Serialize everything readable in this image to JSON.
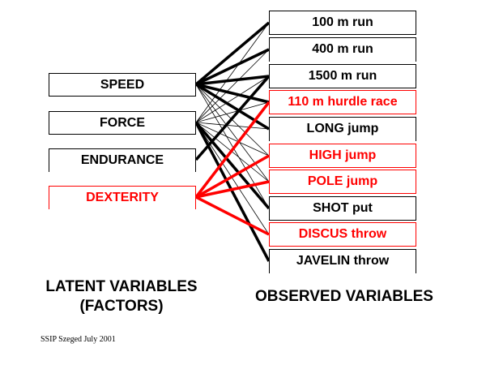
{
  "factors": [
    {
      "id": "speed",
      "label": "SPEED",
      "color": "#000000"
    },
    {
      "id": "force",
      "label": "FORCE",
      "color": "#000000"
    },
    {
      "id": "endurance",
      "label": "ENDURANCE",
      "color": "#000000"
    },
    {
      "id": "dexterity",
      "label": "DEXTERITY",
      "color": "#ff0000"
    }
  ],
  "observed": [
    {
      "id": "r100",
      "label": "100 m run",
      "color": "#000000"
    },
    {
      "id": "r400",
      "label": "400 m run",
      "color": "#000000"
    },
    {
      "id": "r1500",
      "label": "1500 m run",
      "color": "#000000"
    },
    {
      "id": "h110",
      "label": "110 m hurdle race",
      "color": "#ff0000"
    },
    {
      "id": "long",
      "label": "LONG jump",
      "color": "#000000"
    },
    {
      "id": "high",
      "label": "HIGH jump",
      "color": "#ff0000"
    },
    {
      "id": "pole",
      "label": "POLE jump",
      "color": "#ff0000"
    },
    {
      "id": "shot",
      "label": "SHOT put",
      "color": "#000000"
    },
    {
      "id": "discus",
      "label": "DISCUS throw",
      "color": "#ff0000"
    },
    {
      "id": "javelin",
      "label": "JAVELIN throw",
      "color": "#000000"
    }
  ],
  "edges": [
    {
      "from": 0,
      "to": 0,
      "strength": "strong"
    },
    {
      "from": 0,
      "to": 1,
      "strength": "strong"
    },
    {
      "from": 0,
      "to": 2,
      "strength": "strong"
    },
    {
      "from": 0,
      "to": 3,
      "strength": "strong"
    },
    {
      "from": 0,
      "to": 4,
      "strength": "strong"
    },
    {
      "from": 0,
      "to": 5,
      "strength": "weak"
    },
    {
      "from": 0,
      "to": 6,
      "strength": "weak"
    },
    {
      "from": 0,
      "to": 7,
      "strength": "weak"
    },
    {
      "from": 1,
      "to": 0,
      "strength": "weak"
    },
    {
      "from": 1,
      "to": 1,
      "strength": "weak"
    },
    {
      "from": 1,
      "to": 2,
      "strength": "weak"
    },
    {
      "from": 1,
      "to": 3,
      "strength": "weak"
    },
    {
      "from": 1,
      "to": 4,
      "strength": "weak"
    },
    {
      "from": 1,
      "to": 5,
      "strength": "weak"
    },
    {
      "from": 1,
      "to": 6,
      "strength": "weak"
    },
    {
      "from": 1,
      "to": 7,
      "strength": "strong"
    },
    {
      "from": 1,
      "to": 8,
      "strength": "weak"
    },
    {
      "from": 1,
      "to": 9,
      "strength": "strong"
    },
    {
      "from": 2,
      "to": 2,
      "strength": "strong"
    },
    {
      "from": 3,
      "to": 3,
      "strength": "strong"
    },
    {
      "from": 3,
      "to": 5,
      "strength": "strong"
    },
    {
      "from": 3,
      "to": 6,
      "strength": "strong"
    },
    {
      "from": 3,
      "to": 8,
      "strength": "strong"
    }
  ],
  "titles": {
    "latent_line1": "LATENT VARIABLES",
    "latent_line2": "(FACTORS)",
    "observed": "OBSERVED VARIABLES"
  },
  "footer": "SSIP Szeged July 2001"
}
